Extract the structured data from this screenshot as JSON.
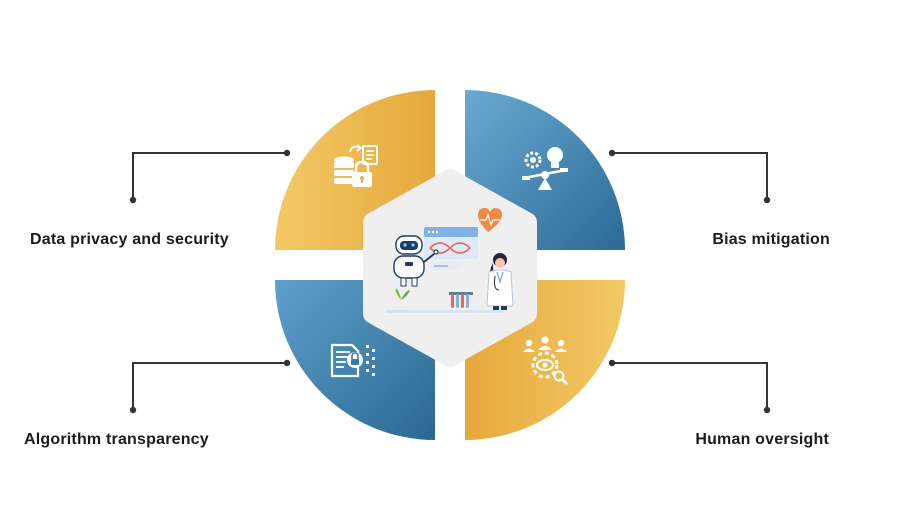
{
  "labels": {
    "top_left": "Data privacy and security",
    "top_right": "Bias mitigation",
    "bottom_left": "Algorithm transparency",
    "bottom_right": "Human oversight"
  },
  "colors": {
    "gold_light": "#f1c05a",
    "gold_dark": "#e8aa3e",
    "blue_light": "#5b9ec9",
    "blue_dark": "#2b6d98",
    "hexagon": "#efefef",
    "connector": "#333333",
    "text": "#1b1b1b"
  },
  "icons": {
    "top_left": "database-lock-icon",
    "top_right": "lightbulb-balance-icon",
    "bottom_left": "document-lock-icon",
    "bottom_right": "people-gear-eye-icon",
    "center": "ai-robot-doctor-illustration"
  }
}
